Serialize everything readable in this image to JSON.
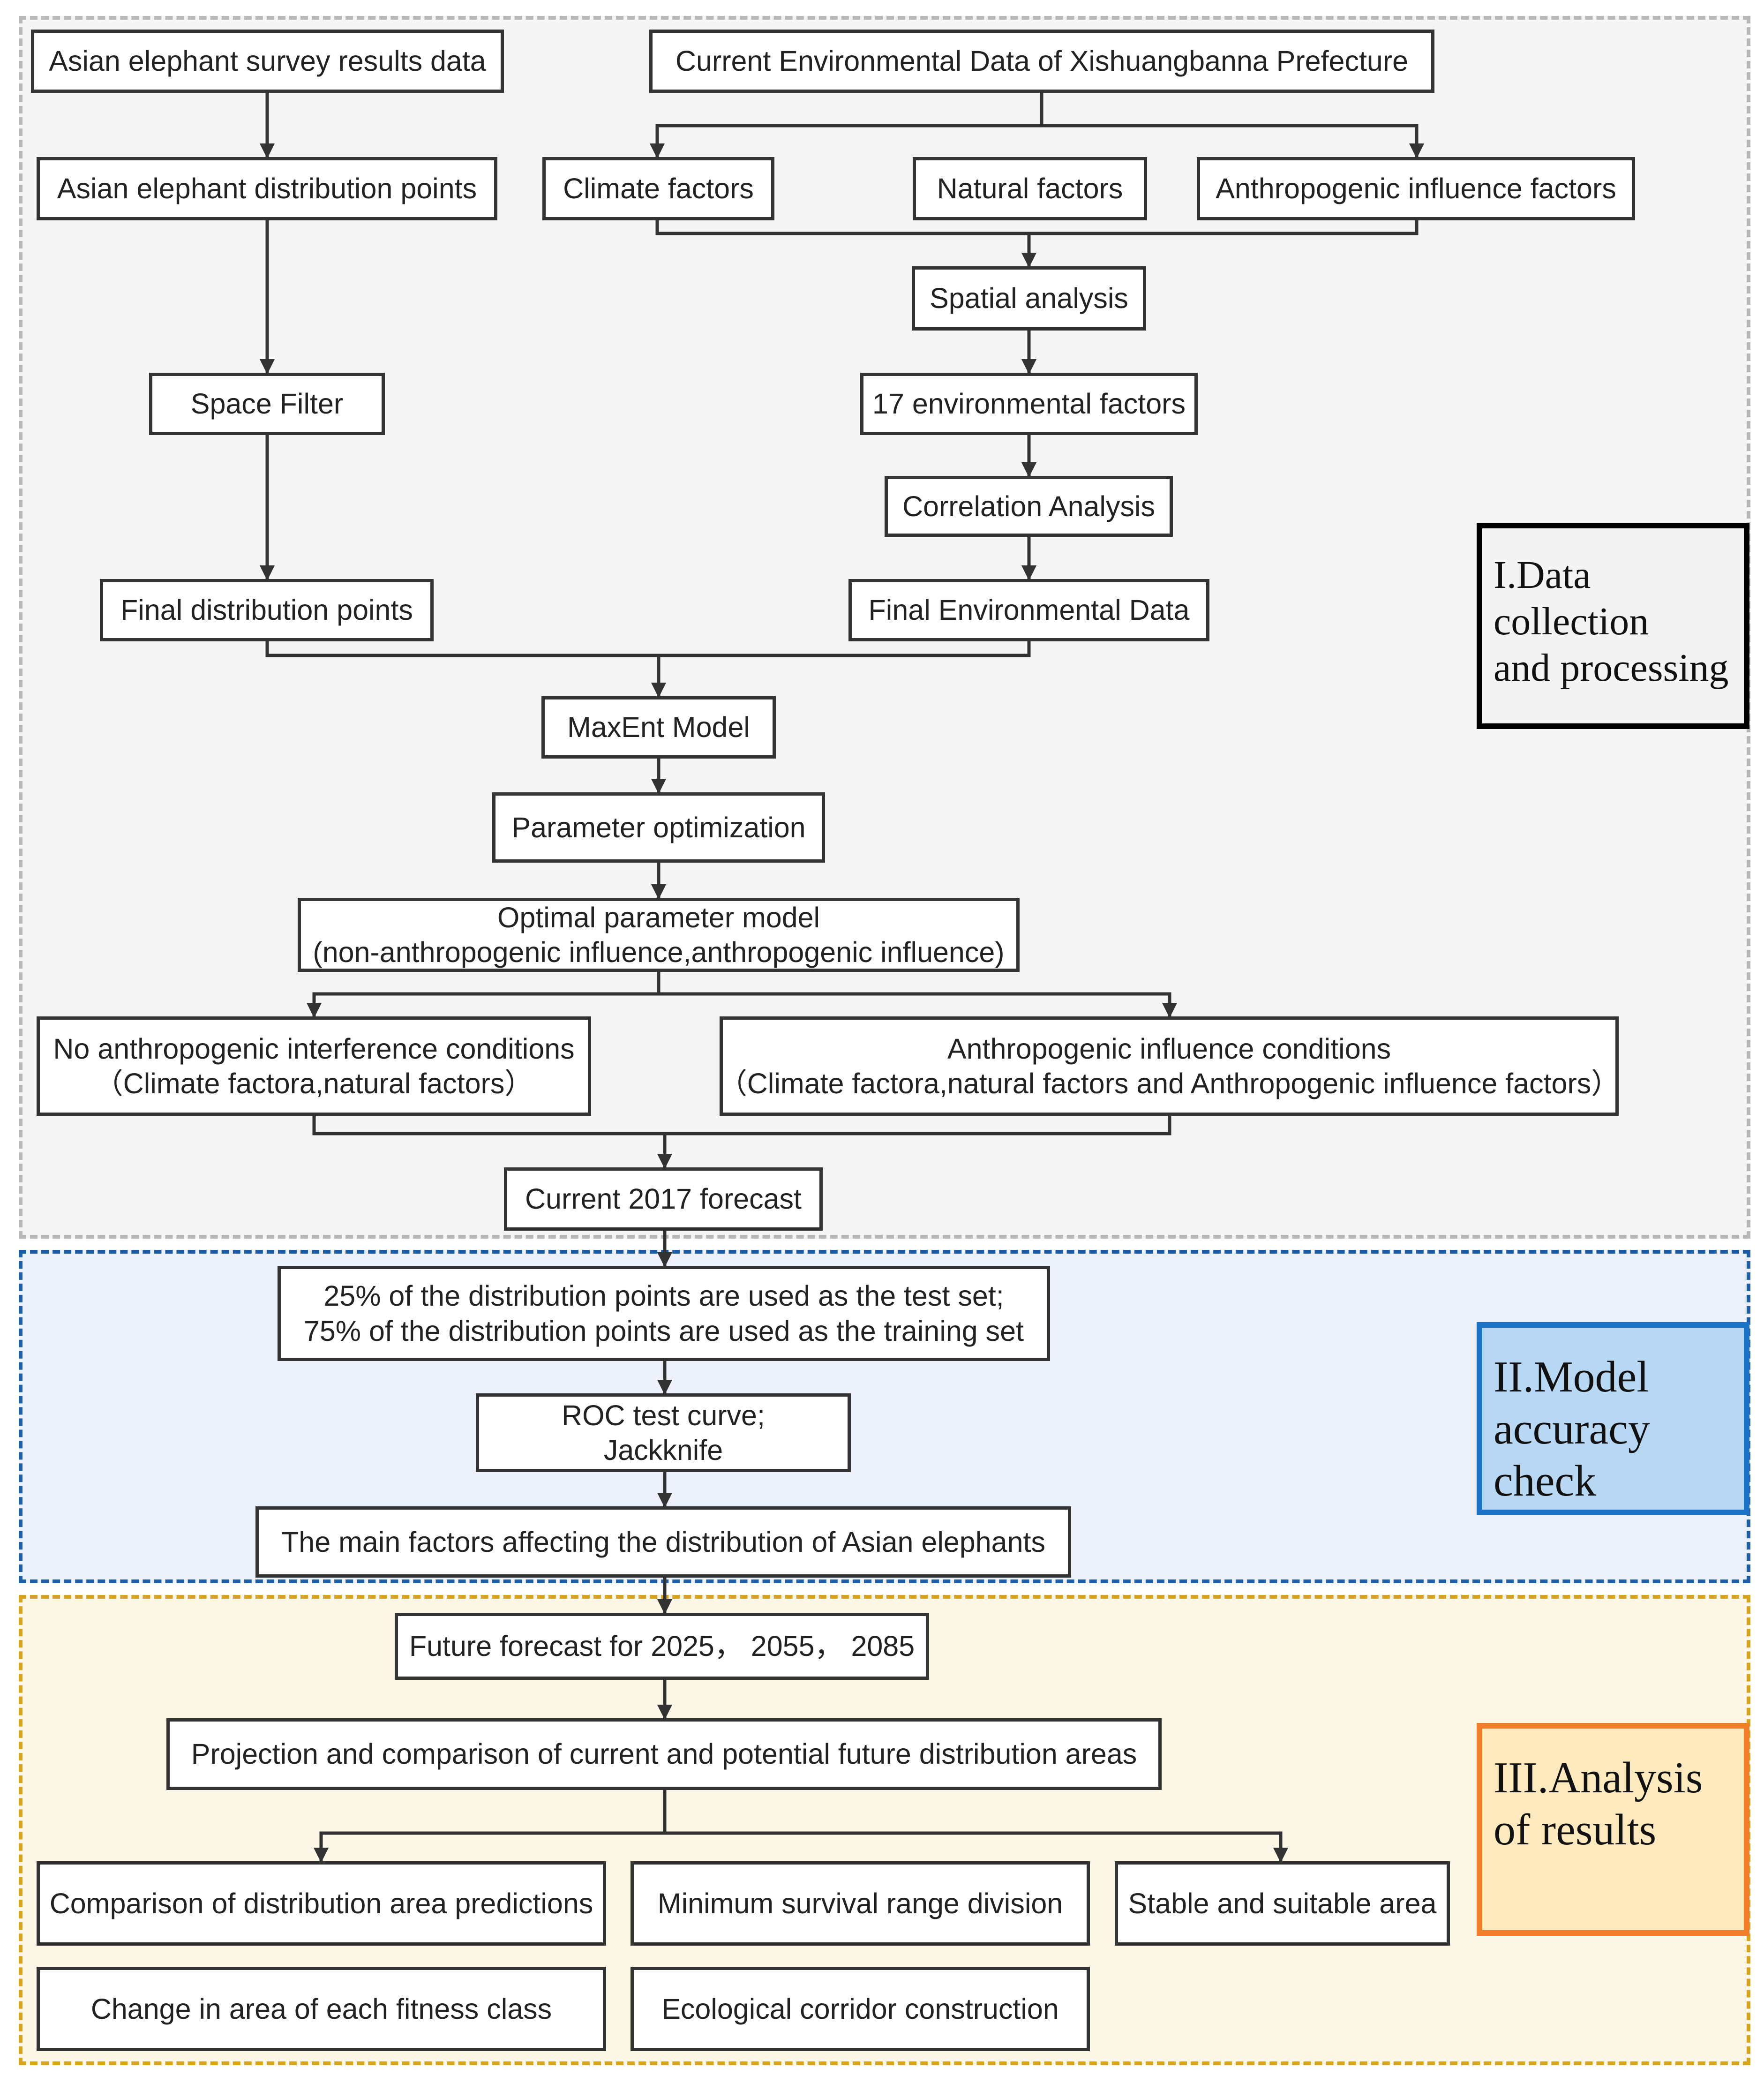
{
  "sections": {
    "data_collection": {
      "label_lines": [
        "I.Data",
        "collection",
        "and processing"
      ]
    },
    "model_check": {
      "label_lines": [
        "II.Model",
        "accuracy",
        "check"
      ]
    },
    "analysis": {
      "label_lines": [
        "III.Analysis",
        "of results"
      ]
    }
  },
  "nodes": {
    "survey_data": "Asian elephant survey results data",
    "env_data": "Current Environmental Data of Xishuangbanna Prefecture",
    "distribution_points": "Asian elephant distribution points",
    "climate_factors": "Climate factors",
    "natural_factors": "Natural factors",
    "anthropogenic_factors": "Anthropogenic influence factors",
    "spatial_analysis": "Spatial analysis",
    "space_filter": "Space Filter",
    "env_factors_17": "17 environmental factors",
    "correlation_analysis": "Correlation Analysis",
    "final_points": "Final distribution points",
    "final_env_data": "Final Environmental Data",
    "maxent_model": "MaxEnt Model",
    "parameter_optimization": "Parameter optimization",
    "optimal_model": [
      "Optimal parameter model",
      "(non-anthropogenic influence,anthropogenic influence)"
    ],
    "no_anthro_conditions": [
      "No anthropogenic interference conditions",
      "（Climate factora,natural factors）"
    ],
    "anthro_conditions": [
      "Anthropogenic influence conditions",
      "（Climate factora,natural factors and Anthropogenic influence factors）"
    ],
    "current_forecast": "Current 2017 forecast",
    "test_training_split": [
      "25% of the distribution points are used as the test set;",
      "75% of the distribution points are used as the training set"
    ],
    "roc_jackknife": [
      "ROC test curve;",
      "Jackknife"
    ],
    "main_factors": "The main factors affecting the distribution of Asian elephants",
    "future_forecast": "Future forecast for 2025， 2055， 2085",
    "projection_comparison": "Projection and comparison of current and potential future distribution areas",
    "comparison_predictions": "Comparison of distribution area predictions",
    "minimum_survival": "Minimum survival range division",
    "stable_suitable": "Stable and suitable area",
    "change_area": "Change in area of each fitness class",
    "ecological_corridor": "Ecological corridor construction"
  },
  "colors": {
    "section1_border": "#b8b8b8",
    "section2_border": "#1f5ea8",
    "section3_border": "#d8a420",
    "label2_fill": "#b7d7f2",
    "label3_border": "#f07d28"
  }
}
